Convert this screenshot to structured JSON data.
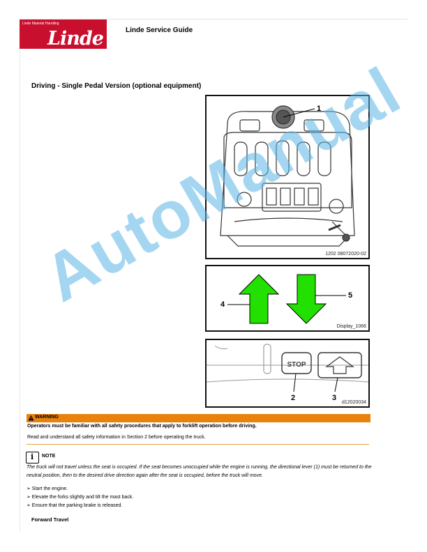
{
  "header": {
    "logo_small": "Linde Material Handling",
    "logo_brand": "Linde",
    "guide_title": "Linde Service Guide"
  },
  "section_title": "Driving - Single Pedal Version (optional equipment)",
  "figures": {
    "fig1": {
      "callout_1": "1",
      "code": "1202 08072020-02"
    },
    "fig2": {
      "callout_4": "4",
      "callout_5": "5",
      "code": "Display_1066",
      "arrow_color": "#22e000"
    },
    "fig3": {
      "stop_label": "STOP",
      "callout_2": "2",
      "callout_3": "3",
      "code": "d12020034"
    }
  },
  "warning": {
    "label": "WARNING",
    "bar_color": "#e8820c",
    "text_bold": "Operators must be familiar with all safety procedures that apply to forklift operation before driving.",
    "text": "Read and understand all safety information in Section 2 before operating the truck."
  },
  "note": {
    "label": "NOTE",
    "icon": "info-icon",
    "text": "The truck will not travel unless the seat is occupied. If the seat becomes unoccupied while the engine is running, the directional lever (1) must be returned to the neutral position, then to the desired drive direction again after the seat is occupied, before the truck will move."
  },
  "steps": [
    "➢ Start the engine.",
    "➢ Elevate the forks slightly and tilt the mast back.",
    "➢ Ensure that the parking brake is released."
  ],
  "subheading": "Forward Travel",
  "watermark": "AutoManual"
}
